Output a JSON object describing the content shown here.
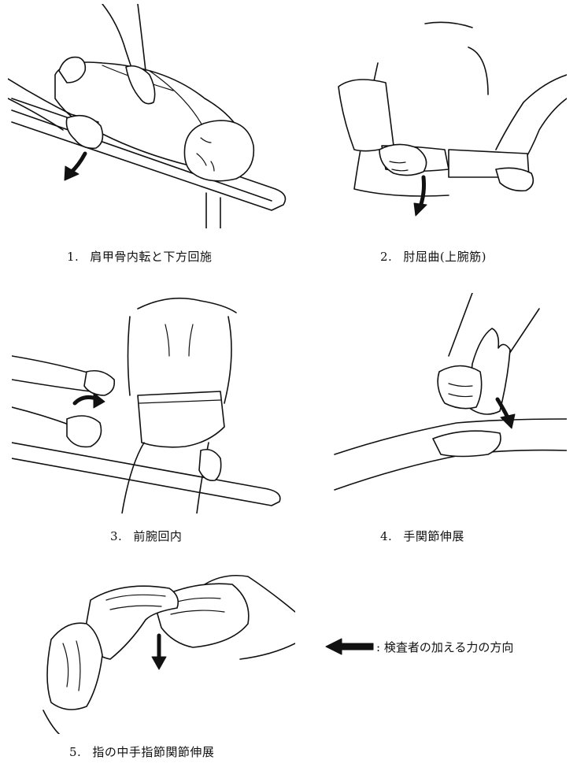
{
  "figures": [
    {
      "number": "1.",
      "label": "肩甲骨内転と下方回施"
    },
    {
      "number": "2.",
      "label": "肘屈曲(上腕筋)"
    },
    {
      "number": "3.",
      "label": "前腕回内"
    },
    {
      "number": "4.",
      "label": "手関節伸展"
    },
    {
      "number": "5.",
      "label": "指の中手指節関節伸展"
    }
  ],
  "legend": {
    "text": ": 検査者の加える力の方向",
    "icon": "left-arrow-icon"
  },
  "colors": {
    "line": "#111111",
    "background": "#ffffff"
  }
}
